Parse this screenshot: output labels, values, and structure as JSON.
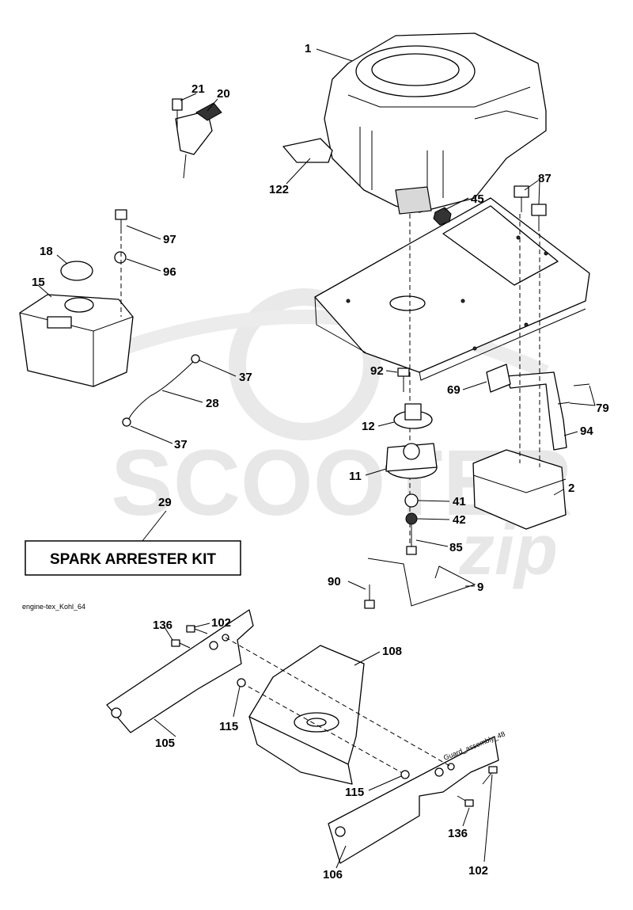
{
  "labels": {
    "l1": "1",
    "l21": "21",
    "l20": "20",
    "l122": "122",
    "l45": "45",
    "l87": "87",
    "l97": "97",
    "l18": "18",
    "l96": "96",
    "l15": "15",
    "l92": "92",
    "l69": "69",
    "l79": "79",
    "l37a": "37",
    "l28": "28",
    "l12": "12",
    "l94": "94",
    "l37b": "37",
    "l11": "11",
    "l2": "2",
    "l41": "41",
    "l29": "29",
    "l42": "42",
    "l85": "85",
    "l90": "90",
    "l9": "9",
    "l136a": "136",
    "l102a": "102",
    "l108": "108",
    "l115a": "115",
    "l105": "105",
    "l115b": "115",
    "l136b": "136",
    "l106": "106",
    "l102b": "102"
  },
  "kit_box": {
    "text": "SPARK ARRESTER KIT"
  },
  "figure_codes": {
    "engine": "engine-tex_Kohl_64",
    "guard": "Guard_assembly_48"
  },
  "watermark": {
    "brand": "SCOOTER",
    "suffix": "zip",
    "color": "#e7e7e7"
  }
}
